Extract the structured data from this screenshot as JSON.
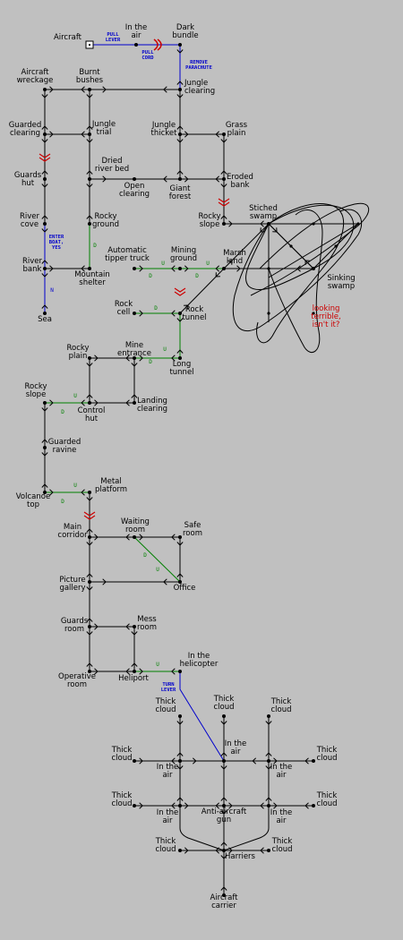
{
  "colors": {
    "background": "#c0c0c0",
    "path": "#000000",
    "action": "#0000cc",
    "updown": "#008000",
    "danger": "#cc0000"
  },
  "nodes": {
    "aircraft": [
      "Aircraft"
    ],
    "in_the_air_top": [
      "In the",
      "air"
    ],
    "dark_bundle": [
      "Dark",
      "bundle"
    ],
    "aircraft_wreckage": [
      "Aircraft",
      "wreckage"
    ],
    "burnt_bushes": [
      "Burnt",
      "bushes"
    ],
    "jungle_clearing": [
      "Jungle",
      "clearing"
    ],
    "guarded_clearing": [
      "Guarded",
      "clearing"
    ],
    "jungle_trial": [
      "Jungle",
      "trial"
    ],
    "jungle_thicket": [
      "Jungle",
      "thicket"
    ],
    "grass_plain": [
      "Grass",
      "plain"
    ],
    "dried_river_bed": [
      "Dried",
      "river bed"
    ],
    "guards_hut": [
      "Guards",
      "hut"
    ],
    "open_clearing": [
      "Open",
      "clearing"
    ],
    "giant_forest": [
      "Giant",
      "forest"
    ],
    "eroded_bank": [
      "Eroded",
      "bank"
    ],
    "rocky_slope_1": [
      "Rocky",
      "slope"
    ],
    "stiched_swamp": [
      "Stiched",
      "swamp"
    ],
    "river_cove": [
      "River",
      "cove"
    ],
    "rocky_ground": [
      "Rocky",
      "ground"
    ],
    "automatic_tipper_truck": [
      "Automatic",
      "tipper truck"
    ],
    "mining_ground": [
      "Mining",
      "ground"
    ],
    "marsh_land": [
      "Marsh",
      "land"
    ],
    "river_bank": [
      "River",
      "bank"
    ],
    "mountain_shelter": [
      "Mountain",
      "shelter"
    ],
    "sinking_swamp": [
      "Sinking",
      "swamp"
    ],
    "sea": [
      "Sea"
    ],
    "rock_cell": [
      "Rock",
      "cell"
    ],
    "rock_tunnel": [
      "Rock",
      "tunnel"
    ],
    "rocky_plain": [
      "Rocky",
      "plain"
    ],
    "mine_entrance": [
      "Mine",
      "entrance"
    ],
    "long_tunnel": [
      "Long",
      "tunnel"
    ],
    "rocky_slope_2": [
      "Rocky",
      "slope"
    ],
    "control_hut": [
      "Control",
      "hut"
    ],
    "landing_clearing": [
      "Landing",
      "clearing"
    ],
    "guarded_ravine": [
      "Guarded",
      "ravine"
    ],
    "volcanoe_top": [
      "Volcanoe",
      "top"
    ],
    "metal_platform": [
      "Metal",
      "platform"
    ],
    "main_corridor": [
      "Main",
      "corridor"
    ],
    "waiting_room": [
      "Waiting",
      "room"
    ],
    "safe_room": [
      "Safe",
      "room"
    ],
    "picture_gallery": [
      "Picture",
      "gallery"
    ],
    "office": [
      "Office"
    ],
    "guards_room": [
      "Guards",
      "room"
    ],
    "mess_room": [
      "Mess",
      "room"
    ],
    "operative_room": [
      "Operative",
      "room"
    ],
    "heliport": [
      "Heliport"
    ],
    "in_the_helicopter": [
      "In the",
      "helicopter"
    ],
    "thick_cloud_a": [
      "Thick",
      "cloud"
    ],
    "thick_cloud_b": [
      "Thick",
      "cloud"
    ],
    "thick_cloud_c": [
      "Thick",
      "cloud"
    ],
    "in_the_air_center": [
      "In the",
      "air"
    ],
    "thick_cloud_d": [
      "Thick",
      "cloud"
    ],
    "in_the_air_left": [
      "In the",
      "air"
    ],
    "in_the_air_right": [
      "In the",
      "air"
    ],
    "thick_cloud_e": [
      "Thick",
      "cloud"
    ],
    "thick_cloud_f": [
      "Thick",
      "cloud"
    ],
    "thick_cloud_g": [
      "Thick",
      "cloud"
    ],
    "anti_aircraft_gun": [
      "Anti-aircraft",
      "gun"
    ],
    "in_the_air_bl": [
      "In the",
      "air"
    ],
    "in_the_air_br": [
      "In the",
      "air"
    ],
    "thick_cloud_h": [
      "Thick",
      "cloud"
    ],
    "thick_cloud_i": [
      "Thick",
      "cloud"
    ],
    "harriers": [
      "Harriers"
    ],
    "aircraft_carrier": [
      "Aircraft",
      "carrier"
    ]
  },
  "actions": {
    "pull_lever": [
      "PULL",
      "LEVER"
    ],
    "pull_cord": [
      "PULL",
      "CORD"
    ],
    "remove_parachute": [
      "REMOVE",
      "PARACHUTE"
    ],
    "enter_boat": [
      "ENTER",
      "BOAT,",
      "YES"
    ],
    "turn_lever": [
      "TURN",
      "LEVER"
    ]
  },
  "note": [
    "looking",
    "terrible,",
    "isn't it?"
  ],
  "up_label": "U",
  "down_label": "D",
  "north_label": "N"
}
